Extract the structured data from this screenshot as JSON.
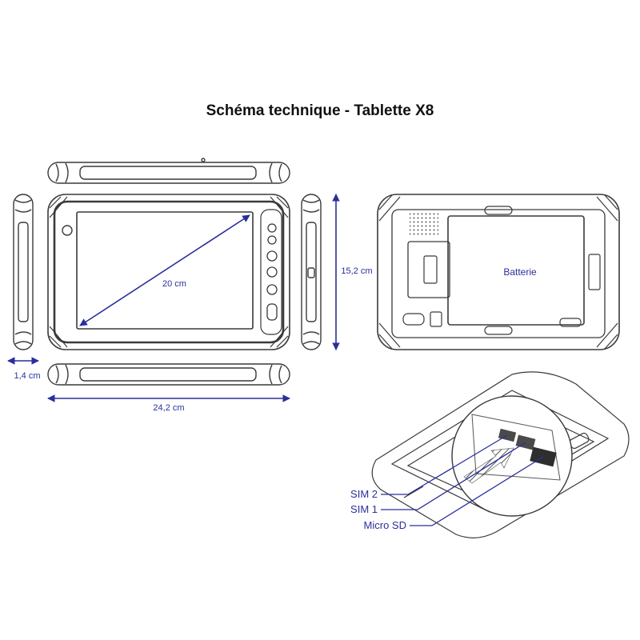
{
  "title": "Schéma technique - Tablette X8",
  "colors": {
    "accent": "#2a2f9a",
    "outline": "#3a3a3a",
    "background": "#ffffff"
  },
  "dimensions": {
    "diagonal": "20 cm",
    "height": "15,2 cm",
    "thickness": "1,4 cm",
    "width": "24,2 cm"
  },
  "back_view": {
    "battery_label": "Batterie"
  },
  "slots": {
    "labels": [
      "SIM 2",
      "SIM 1",
      "Micro SD"
    ]
  }
}
